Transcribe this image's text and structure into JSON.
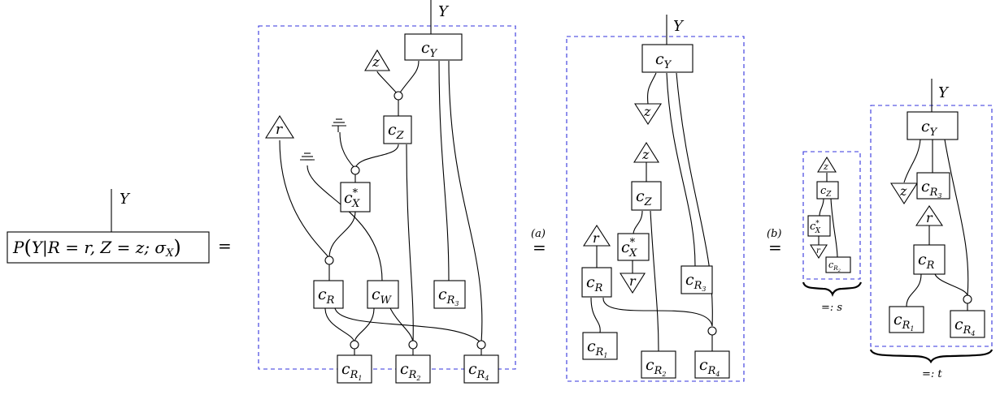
{
  "lhs": {
    "output": "Y",
    "func": "P",
    "open": "(",
    "var": "Y",
    "bar": "|",
    "cond": "R = r, Z = z; σ",
    "cond_sub": "X",
    "close": ")"
  },
  "relations": {
    "equals": "=",
    "step_a": "(a)",
    "step_b": "(b)",
    "eq_a": "=",
    "eq_b": "="
  },
  "panel1": {
    "output": "Y",
    "c": "c",
    "cY_sub": "Y",
    "cZ_sub": "Z",
    "cX_sub": "X",
    "cX_sup": "*",
    "cR_sub": "R",
    "cW_sub": "W",
    "cR1_sub": "R",
    "cR1_subsub": "1",
    "cR2_sub": "R",
    "cR2_subsub": "2",
    "cR3_sub": "R",
    "cR3_subsub": "3",
    "cR4_sub": "R",
    "cR4_subsub": "4",
    "z": "z",
    "r": "r"
  },
  "panel2": {
    "output": "Y",
    "c": "c",
    "cY_sub": "Y",
    "cZ_sub": "Z",
    "cX_sub": "X",
    "cX_sup": "*",
    "cR_sub": "R",
    "cR1_sub": "R",
    "cR1_subsub": "1",
    "cR2_sub": "R",
    "cR2_subsub": "2",
    "cR3_sub": "R",
    "cR3_subsub": "3",
    "cR4_sub": "R",
    "cR4_subsub": "4",
    "z_out": "z",
    "z_in": "z",
    "r_in": "r",
    "r_out": "r"
  },
  "panel_s": {
    "c": "c",
    "z_in": "z",
    "cZ_sub": "Z",
    "cX_sub": "X",
    "cX_sup": "*",
    "r_out": "r",
    "cR2": "c",
    "cR2_sub": "R",
    "cR2_subsub": "2",
    "label": "=: s"
  },
  "panel_t": {
    "output": "Y",
    "c": "c",
    "cY_sub": "Y",
    "z_out": "z",
    "cR3_sub": "R",
    "cR3_subsub": "3",
    "r_in": "r",
    "cR_sub": "R",
    "cR1_sub": "R",
    "cR1_subsub": "1",
    "cR4_sub": "R",
    "cR4_subsub": "4",
    "label": "=: t"
  }
}
